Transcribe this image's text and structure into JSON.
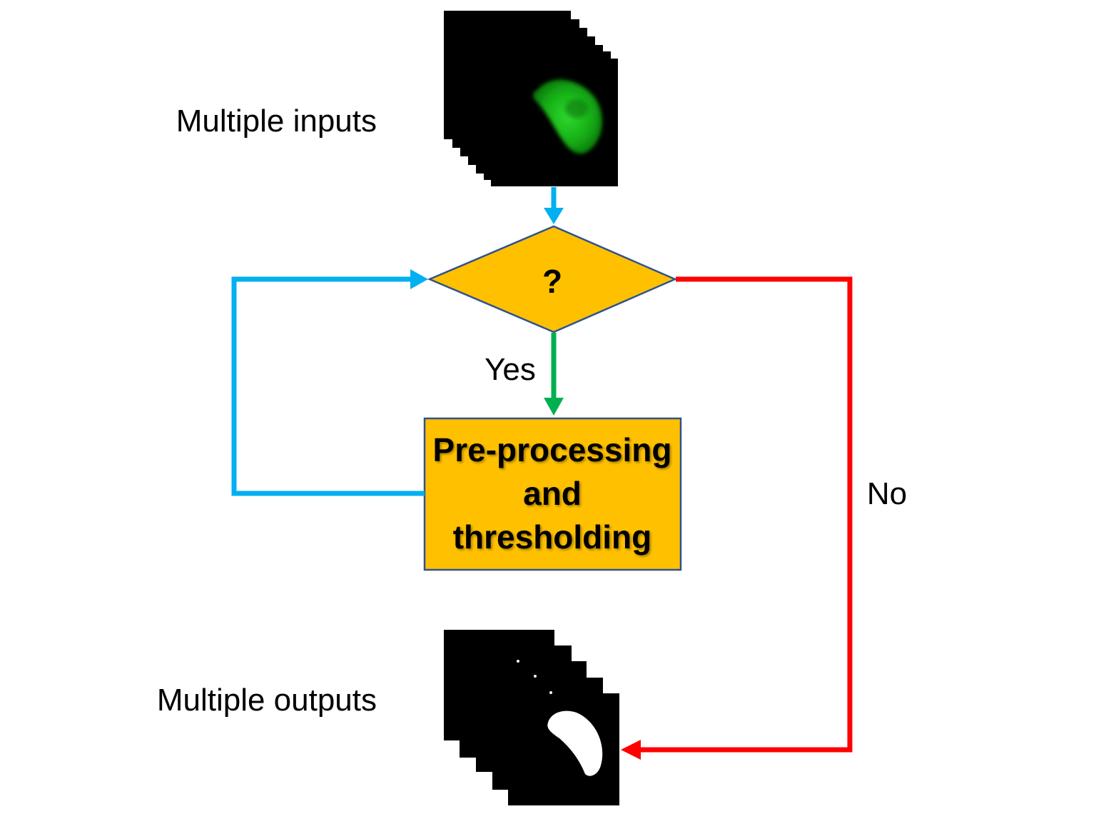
{
  "diagram": {
    "input_label": "Multiple inputs",
    "output_label": "Multiple outputs",
    "decision_label": "?",
    "yes_label": "Yes",
    "no_label": "No",
    "process_lines": [
      "Pre-processing",
      "and",
      "thresholding"
    ]
  },
  "colors": {
    "decision_fill": "#FFC000",
    "process_fill": "#FFC000",
    "shape_border": "#2F528F",
    "loop_arrow": "#00B0F0",
    "yes_arrow": "#00B050",
    "no_arrow": "#FF0000",
    "input_cell": "#19C219",
    "output_mask": "#FFFFFF"
  },
  "icons": {
    "input_stack": "fluorescent-cell-image-stack",
    "output_stack": "binary-mask-image-stack"
  }
}
